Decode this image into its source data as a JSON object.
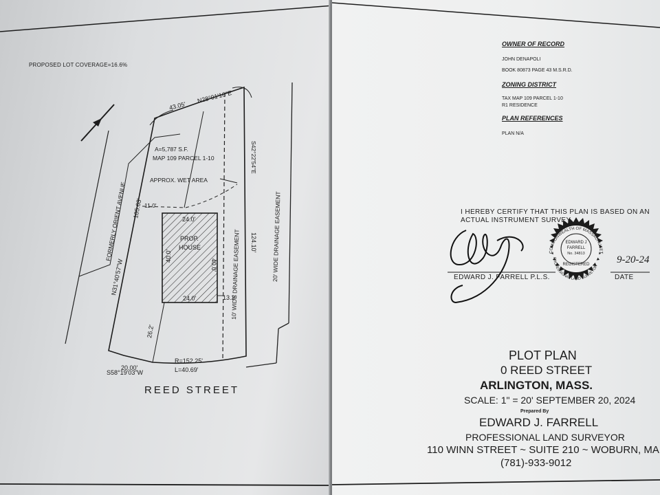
{
  "coverage": "PROPOSED LOT COVERAGE=16.6%",
  "plan": {
    "street": "REED STREET",
    "street_left": "FORMERLY ORIENT AVENUE",
    "north_bearing_dist": "43.05'",
    "north_bearing": "N28°01'16\"E",
    "area": "A=5,787 S.F.",
    "map_parcel": "MAP 109 PARCEL 1-10",
    "wet_area": "APPROX. WET AREA",
    "left_dist": "105.63'",
    "left_bearing": "N31°40'57\"W",
    "right_bearing": "S42°22'54\"E",
    "right_dist": "124.10'",
    "easement_10": "10' WIDE DRAINAGE EASEMENT",
    "easement_20": "20' WIDE DRAINAGE EASEMENT",
    "setback_left": "11.0'",
    "house_label_1": "PROP.",
    "house_label_2": "HOUSE",
    "house_top": "24.0'",
    "house_bottom": "24.0'",
    "house_left": "40.0'",
    "house_right": "40.0'",
    "setback_right": "13.2'",
    "setback_front": "26.2'",
    "radius": "R=152.25'",
    "arc_length": "L=40.69'",
    "front_dist": "20.00'",
    "front_bearing": "S58°19'03\"W"
  },
  "owner": {
    "heading": "OWNER OF RECORD",
    "name": "JOHN DENAPOLI",
    "book": "BOOK 80873 PAGE 43 M.S.R.D."
  },
  "zoning": {
    "heading": "ZONING DISTRICT",
    "line1": "TAX MAP 109 PARCEL 1-10",
    "line2": "R1 RESIDENCE"
  },
  "references": {
    "heading": "PLAN REFERENCES",
    "line1": "PLAN N/A"
  },
  "certification": {
    "line1": "I HEREBY CERTIFY THAT THIS PLAN IS BASED ON AN",
    "line2": "ACTUAL INSTRUMENT SURVEY.",
    "signer": "EDWARD J. FARRELL P.L.S.",
    "date_label": "DATE",
    "date_value": "9-20-24"
  },
  "seal": {
    "ring": "COMMONWEALTH OF MASSACHUSETTS",
    "name1": "EDWARD J",
    "name2": "FARRELL",
    "number": "No. 34813",
    "registered": "REGISTERED",
    "profession": "PROFESSIONAL LAND SURVEYOR"
  },
  "title_block": {
    "title": "PLOT PLAN",
    "address": "0 REED STREET",
    "city": "ARLINGTON, MASS.",
    "scale": "SCALE: 1\" = 20'   SEPTEMBER 20, 2024",
    "prepared_by": "Prepared By",
    "surveyor": "EDWARD J. FARRELL",
    "profession": "PROFESSIONAL LAND SURVEYOR",
    "address_line": "110 WINN STREET ~ SUITE 210 ~ WOBURN, MA",
    "phone": "(781)-933-9012"
  }
}
